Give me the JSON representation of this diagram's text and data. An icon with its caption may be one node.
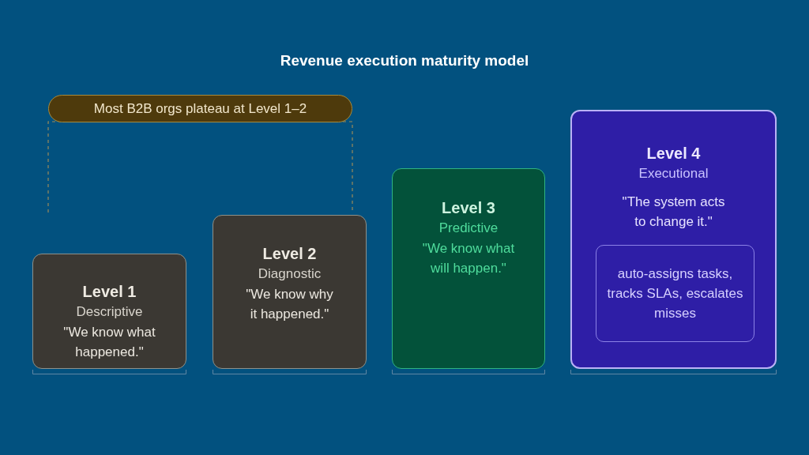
{
  "diagram": {
    "title": "Revenue execution maturity model",
    "nodes": [
      {
        "text": [
          "Most B2B orgs plateau at Level 1–2"
        ]
      },
      {
        "text": [
          "Level 1",
          "Descriptive",
          "\"We know what happened.\""
        ]
      },
      {
        "text": [
          "Level 2",
          "Diagnostic",
          "\"We know why it happened.\""
        ]
      },
      {
        "text": [
          "Level 3",
          "Predictive",
          "\"We know what will happen.\""
        ]
      },
      {
        "text": [
          "Level 4",
          "Executional",
          "\"The system acts to change it.\""
        ]
      },
      {
        "text": [
          "auto-assigns tasks, tracks SLAs, escalates misses"
        ],
        "in": 4
      }
    ]
  }
}
